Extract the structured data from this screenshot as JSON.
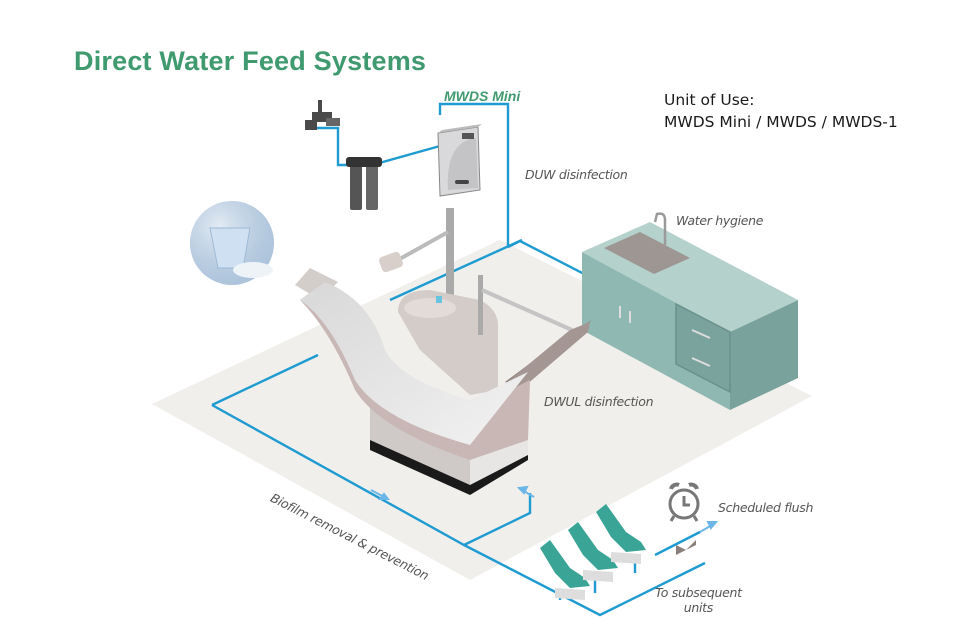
{
  "title": "Direct Water Feed Systems",
  "unit_of_use": {
    "heading": "Unit of Use:",
    "models": "MWDS Mini / MWDS / MWDS-1"
  },
  "product_label": "MWDS Mini",
  "annotations": {
    "duw": "DUW disinfection",
    "water_hygiene": "Water hygiene",
    "dwul": "DWUL disinfection",
    "biofilm": "Biofilm removal & prevention",
    "scheduled_flush": "Scheduled flush",
    "subsequent_line1": "To subsequent",
    "subsequent_line2": "units"
  },
  "colors": {
    "title_green": "#3f9a6f",
    "pipe_blue": "#1e9bd0",
    "floor": "#f1efec",
    "cabinet": "#8fb8b2",
    "chair_teal": "#3aa597"
  }
}
